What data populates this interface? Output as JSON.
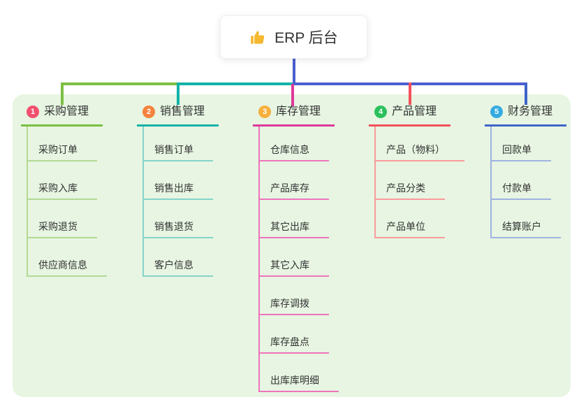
{
  "root": {
    "icon": "thumbs-up-icon",
    "label": "ERP 后台"
  },
  "branches": [
    {
      "index": "1",
      "label": "采购管理",
      "badge_color": "#f2506e",
      "line_color": "#7cbf43",
      "sub_line_color": "#b3d893",
      "items": [
        "采购订单",
        "采购入库",
        "采购退货",
        "供应商信息"
      ]
    },
    {
      "index": "2",
      "label": "销售管理",
      "badge_color": "#f5823c",
      "line_color": "#12b3a8",
      "sub_line_color": "#84d4c9",
      "items": [
        "销售订单",
        "销售出库",
        "销售退货",
        "客户信息"
      ]
    },
    {
      "index": "3",
      "label": "库存管理",
      "badge_color": "#f7b03c",
      "line_color": "#e0389a",
      "sub_line_color": "#ee74bb",
      "items": [
        "仓库信息",
        "产品库存",
        "其它出库",
        "其它入库",
        "库存调拨",
        "库存盘点",
        "出库库明细"
      ]
    },
    {
      "index": "4",
      "label": "产品管理",
      "badge_color": "#2cc05c",
      "line_color": "#f4505a",
      "sub_line_color": "#f99b9c",
      "items": [
        "产品（物料）",
        "产品分类",
        "产品单位"
      ]
    },
    {
      "index": "5",
      "label": "财务管理",
      "badge_color": "#35aae0",
      "line_color": "#4064c9",
      "sub_line_color": "#9fb2e2",
      "items": [
        "回款单",
        "付款单",
        "结算账户"
      ]
    }
  ],
  "colors": {
    "panel_bg": "#e7f5e2",
    "root_line": "#4a5fce",
    "thumb_icon": "#f5b82e",
    "text": "#333333"
  }
}
